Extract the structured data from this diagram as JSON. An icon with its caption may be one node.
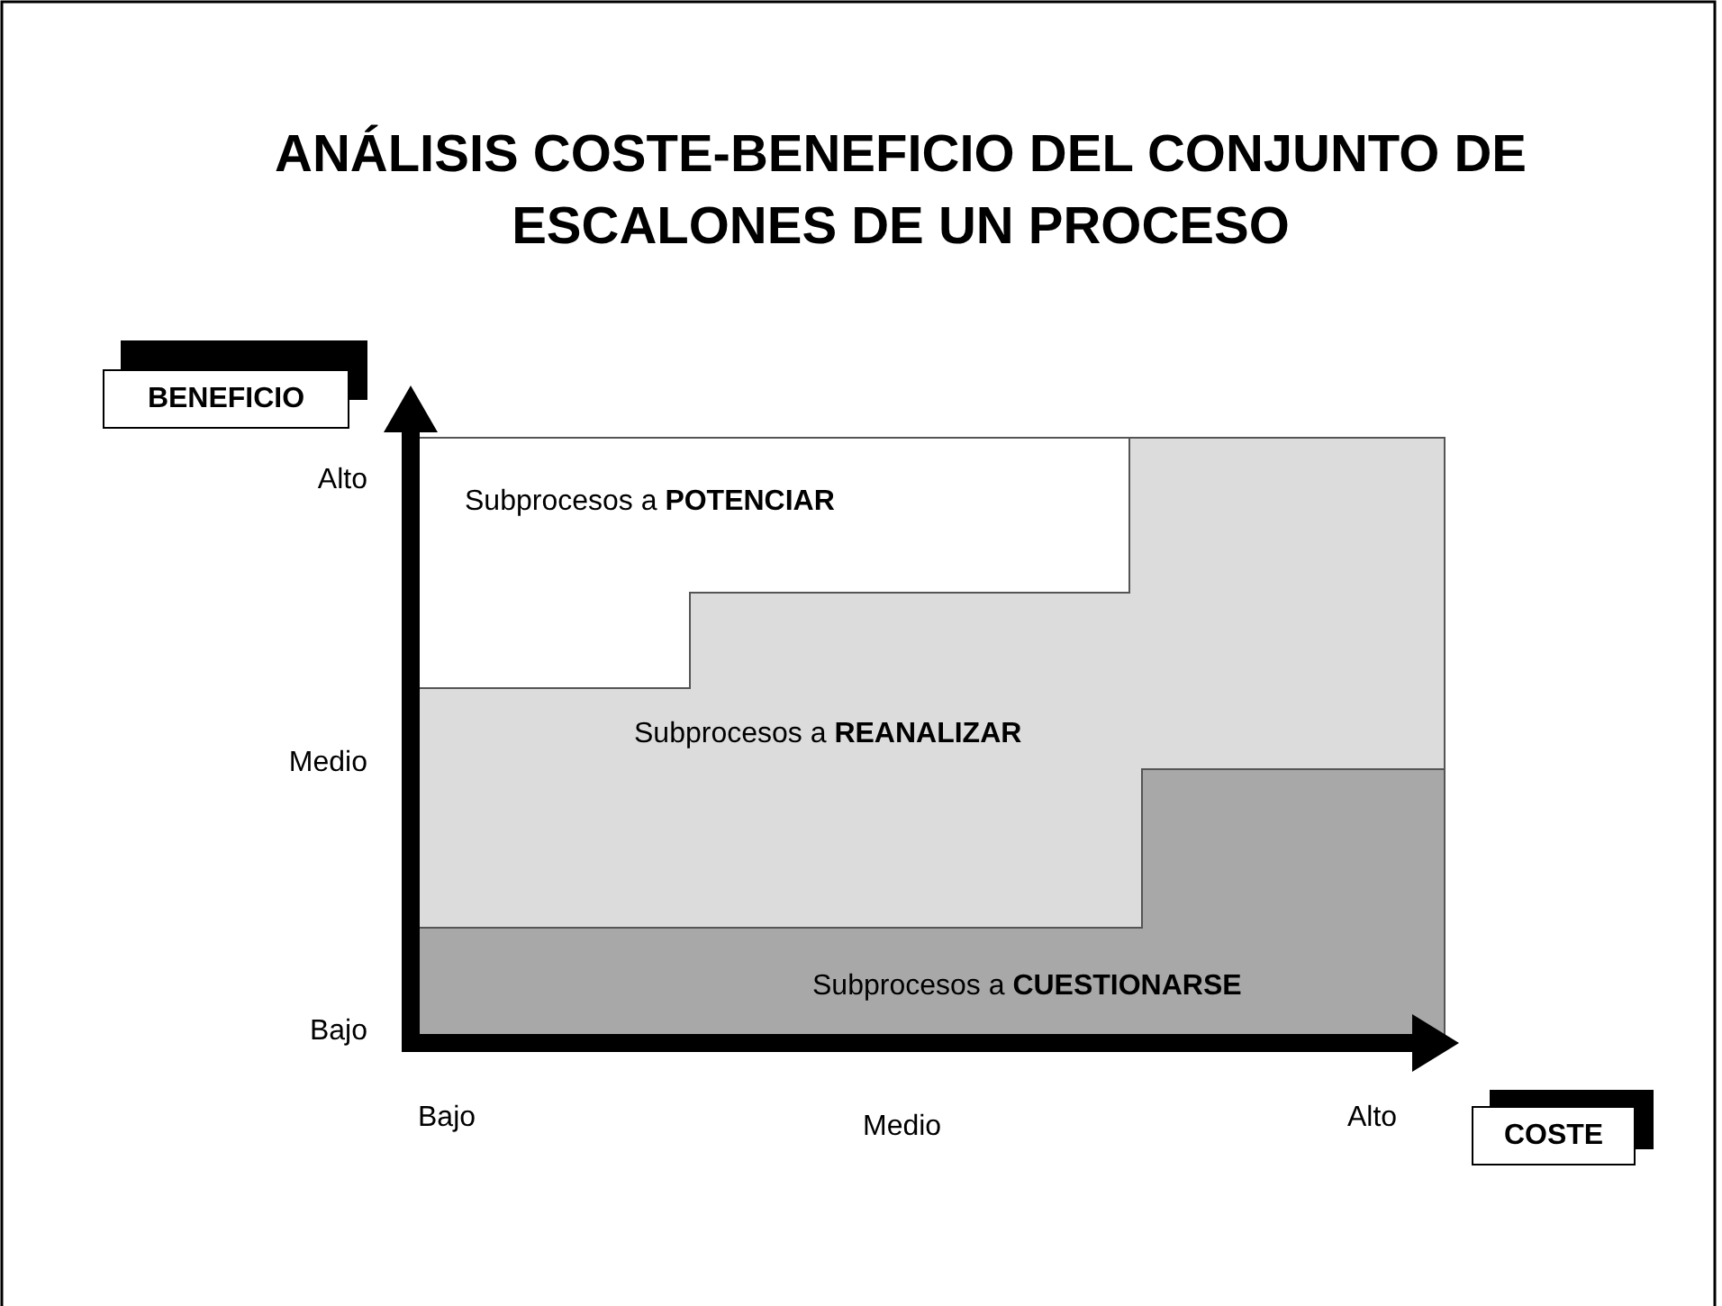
{
  "diagram": {
    "title": "ANÁLISIS COSTE-BENEFICIO DEL CONJUNTO DE ESCALONES DE UN PROCESO",
    "nodes": [
      {
        "text": [
          "BENEFICIO"
        ]
      },
      {
        "text": [
          "Subprocesos a **POTENCIAR**"
        ]
      },
      {
        "text": [
          "Subprocesos a **REANALIZAR**"
        ]
      },
      {
        "text": [
          "Subprocesos a **CUESTIONARSE**"
        ]
      },
      {
        "text": [
          "COSTE"
        ]
      }
    ],
    "edges": [],
    "labels": [
      "Alto",
      "Medio",
      "Bajo",
      "Bajo",
      "Medio",
      "Alto"
    ]
  }
}
